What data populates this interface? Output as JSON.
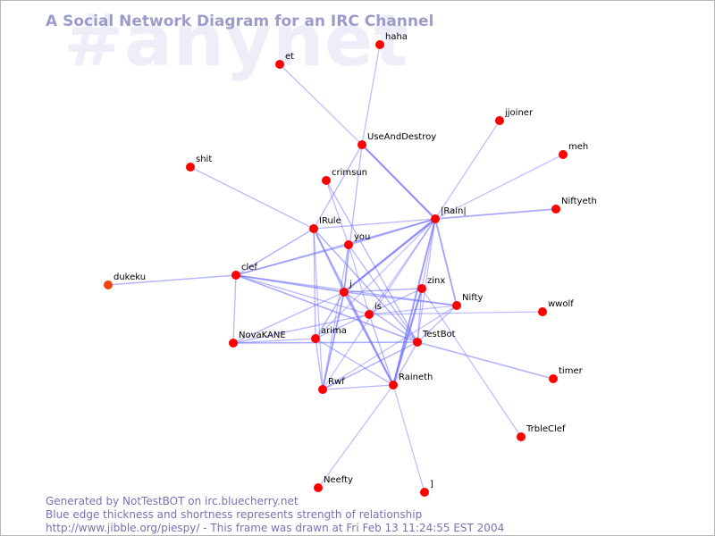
{
  "header": {
    "watermark": "#anynet",
    "title": "A Social Network Diagram for an IRC Channel"
  },
  "colors": {
    "node_fill": "#ff0000",
    "node_fill_alt": "#ee4411",
    "edge": "#6b6bff",
    "title": "#9c9ccc",
    "footer": "#7474b4"
  },
  "nodes": [
    {
      "id": "haha",
      "label": "haha"
    },
    {
      "id": "et",
      "label": "et"
    },
    {
      "id": "jjoiner",
      "label": "jjoiner"
    },
    {
      "id": "useanddestroy",
      "label": "UseAndDestroy"
    },
    {
      "id": "meh",
      "label": "meh"
    },
    {
      "id": "shit",
      "label": "shit"
    },
    {
      "id": "crimsun",
      "label": "crimsun"
    },
    {
      "id": "niftyeth",
      "label": "Niftyeth"
    },
    {
      "id": "irainl",
      "label": "|Rain|"
    },
    {
      "id": "irule",
      "label": "IRule"
    },
    {
      "id": "you",
      "label": "you"
    },
    {
      "id": "clef",
      "label": "clef"
    },
    {
      "id": "dukeku",
      "label": "dukeku"
    },
    {
      "id": "zinx",
      "label": "zinx"
    },
    {
      "id": "j",
      "label": "j"
    },
    {
      "id": "nifty",
      "label": "Nifty"
    },
    {
      "id": "is",
      "label": "is"
    },
    {
      "id": "wwolf",
      "label": "wwolf"
    },
    {
      "id": "novakane",
      "label": "NovaKANE"
    },
    {
      "id": "arima",
      "label": "arima"
    },
    {
      "id": "testbot",
      "label": "TestBot"
    },
    {
      "id": "timer",
      "label": "timer"
    },
    {
      "id": "rwf",
      "label": "Rwf"
    },
    {
      "id": "raineth",
      "label": "Raineth"
    },
    {
      "id": "trbleclef",
      "label": "TrbleClef"
    },
    {
      "id": "neefty",
      "label": "Neefty"
    },
    {
      "id": "bracket",
      "label": "]"
    }
  ],
  "edges": [
    {
      "a": "irainl",
      "b": "useanddestroy",
      "strength": 0.7
    },
    {
      "a": "irainl",
      "b": "j",
      "strength": 0.75
    },
    {
      "a": "irainl",
      "b": "raineth",
      "strength": 0.6
    },
    {
      "a": "irainl",
      "b": "nifty",
      "strength": 0.55
    },
    {
      "a": "irainl",
      "b": "niftyeth",
      "strength": 0.5
    },
    {
      "a": "irainl",
      "b": "you",
      "strength": 0.5
    },
    {
      "a": "irainl",
      "b": "jjoiner",
      "strength": 0.3
    },
    {
      "a": "irainl",
      "b": "meh",
      "strength": 0.3
    },
    {
      "a": "irainl",
      "b": "clef",
      "strength": 0.35
    },
    {
      "a": "irainl",
      "b": "irule",
      "strength": 0.35
    },
    {
      "a": "irainl",
      "b": "zinx",
      "strength": 0.3
    },
    {
      "a": "irainl",
      "b": "is",
      "strength": 0.3
    },
    {
      "a": "irainl",
      "b": "testbot",
      "strength": 0.3
    },
    {
      "a": "irainl",
      "b": "arima",
      "strength": 0.3
    },
    {
      "a": "irainl",
      "b": "rwf",
      "strength": 0.3
    },
    {
      "a": "useanddestroy",
      "b": "et",
      "strength": 0.3
    },
    {
      "a": "useanddestroy",
      "b": "haha",
      "strength": 0.3
    },
    {
      "a": "useanddestroy",
      "b": "irule",
      "strength": 0.35
    },
    {
      "a": "useanddestroy",
      "b": "j",
      "strength": 0.35
    },
    {
      "a": "crimsun",
      "b": "testbot",
      "strength": 0.35
    },
    {
      "a": "crimsun",
      "b": "you",
      "strength": 0.3
    },
    {
      "a": "shit",
      "b": "irule",
      "strength": 0.35
    },
    {
      "a": "irule",
      "b": "clef",
      "strength": 0.4
    },
    {
      "a": "irule",
      "b": "raineth",
      "strength": 0.5
    },
    {
      "a": "irule",
      "b": "testbot",
      "strength": 0.4
    },
    {
      "a": "irule",
      "b": "j",
      "strength": 0.35
    },
    {
      "a": "irule",
      "b": "arima",
      "strength": 0.35
    },
    {
      "a": "irule",
      "b": "rwf",
      "strength": 0.3
    },
    {
      "a": "you",
      "b": "clef",
      "strength": 0.4
    },
    {
      "a": "you",
      "b": "j",
      "strength": 0.35
    },
    {
      "a": "you",
      "b": "testbot",
      "strength": 0.35
    },
    {
      "a": "you",
      "b": "rwf",
      "strength": 0.3
    },
    {
      "a": "you",
      "b": "is",
      "strength": 0.3
    },
    {
      "a": "clef",
      "b": "dukeku",
      "strength": 0.4
    },
    {
      "a": "clef",
      "b": "j",
      "strength": 0.5
    },
    {
      "a": "clef",
      "b": "novakane",
      "strength": 0.35
    },
    {
      "a": "clef",
      "b": "testbot",
      "strength": 0.45
    },
    {
      "a": "clef",
      "b": "is",
      "strength": 0.35
    },
    {
      "a": "clef",
      "b": "nifty",
      "strength": 0.35
    },
    {
      "a": "j",
      "b": "zinx",
      "strength": 0.4
    },
    {
      "a": "j",
      "b": "nifty",
      "strength": 0.4
    },
    {
      "a": "j",
      "b": "raineth",
      "strength": 0.55
    },
    {
      "a": "j",
      "b": "arima",
      "strength": 0.4
    },
    {
      "a": "j",
      "b": "rwf",
      "strength": 0.55
    },
    {
      "a": "j",
      "b": "testbot",
      "strength": 0.4
    },
    {
      "a": "j",
      "b": "novakane",
      "strength": 0.35
    },
    {
      "a": "zinx",
      "b": "raineth",
      "strength": 0.7
    },
    {
      "a": "zinx",
      "b": "testbot",
      "strength": 0.35
    },
    {
      "a": "zinx",
      "b": "arima",
      "strength": 0.35
    },
    {
      "a": "zinx",
      "b": "trbleclef",
      "strength": 0.3
    },
    {
      "a": "nifty",
      "b": "testbot",
      "strength": 0.35
    },
    {
      "a": "nifty",
      "b": "is",
      "strength": 0.3
    },
    {
      "a": "nifty",
      "b": "rwf",
      "strength": 0.3
    },
    {
      "a": "is",
      "b": "wwolf",
      "strength": 0.3
    },
    {
      "a": "is",
      "b": "raineth",
      "strength": 0.35
    },
    {
      "a": "is",
      "b": "novakane",
      "strength": 0.35
    },
    {
      "a": "novakane",
      "b": "testbot",
      "strength": 0.45
    },
    {
      "a": "novakane",
      "b": "arima",
      "strength": 0.35
    },
    {
      "a": "arima",
      "b": "rwf",
      "strength": 0.35
    },
    {
      "a": "arima",
      "b": "raineth",
      "strength": 0.35
    },
    {
      "a": "testbot",
      "b": "rwf",
      "strength": 0.4
    },
    {
      "a": "testbot",
      "b": "timer",
      "strength": 0.4
    },
    {
      "a": "testbot",
      "b": "raineth",
      "strength": 0.35
    },
    {
      "a": "raineth",
      "b": "neefty",
      "strength": 0.3
    },
    {
      "a": "raineth",
      "b": "bracket",
      "strength": 0.3
    },
    {
      "a": "raineth",
      "b": "rwf",
      "strength": 0.35
    }
  ],
  "footer": {
    "line1": "Generated by NotTestBOT on irc.bluecherry.net",
    "line2": "Blue edge thickness and shortness represents strength of relationship",
    "line3": "http://www.jibble.org/piespy/ - This frame was drawn at Fri Feb 13 11:24:55 EST 2004"
  }
}
